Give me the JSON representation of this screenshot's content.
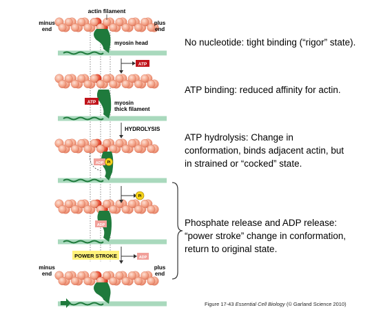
{
  "labels": {
    "actin_filament": "actin filament",
    "minus": "minus",
    "end": "end",
    "plus": "plus",
    "myosin_head": "myosin head",
    "atp": "ATP",
    "myosin": "myosin",
    "thick_filament": "thick filament",
    "hydrolysis": "HYDROLYSIS",
    "adp": "ADP",
    "pi": "Pi",
    "power_stroke": "POWER STROKE"
  },
  "descriptions": [
    {
      "lines": [
        "No nucleotide: tight binding (“rigor” state)."
      ]
    },
    {
      "lines": [
        "ATP binding: reduced affinity for actin."
      ]
    },
    {
      "lines": [
        "ATP hydrolysis: Change in",
        "conformation, binds adjacent actin, but",
        "in strained or “cocked” state."
      ]
    },
    {
      "lines": [
        "Phosphate release and ADP release:",
        "“power stroke” change in conformation,",
        "return to original state."
      ]
    }
  ],
  "credit": {
    "prefix": "Figure 17-43 ",
    "book": "Essential Cell Biology",
    "suffix": " (© Garland Science 2010)"
  },
  "colors": {
    "actin": "#f4a58a",
    "actin_edge": "#e07a5f",
    "actin_bound": "#e2442b",
    "myosin": "#1f7a3c",
    "thick_filament": "#a9d9bd",
    "atp_box": "#c0141b",
    "adp_box": "#f1a09a",
    "pi": "#f5d21a",
    "power_stroke_box": "#fff27a"
  }
}
